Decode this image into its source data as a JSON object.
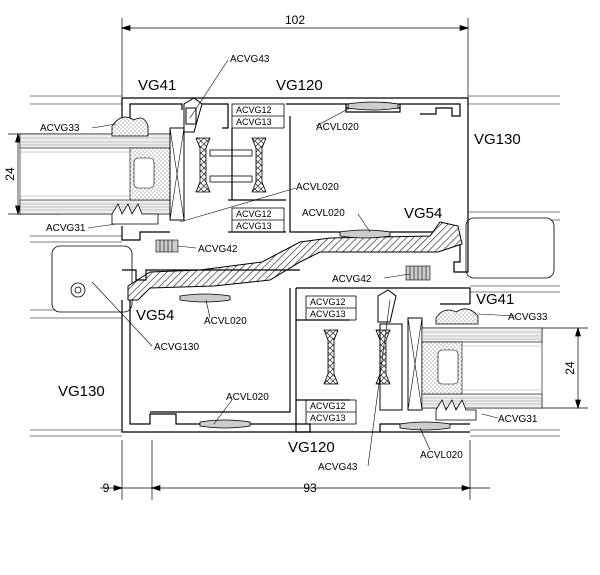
{
  "dimensions": {
    "top_width": "102",
    "left_height": "24",
    "right_height": "24",
    "bottom_left": "9",
    "bottom_right": "93"
  },
  "profiles": {
    "vg41_top": "VG41",
    "vg120_top": "VG120",
    "vg130_right": "VG130",
    "vg54_right": "VG54",
    "vg41_bottom": "VG41",
    "vg54_left": "VG54",
    "vg130_left": "VG130",
    "vg120_bottom": "VG120"
  },
  "components": {
    "acvg43_top": "ACVG43",
    "acvg33_left": "ACVG33",
    "acvl020_top": "ACVL020",
    "acvl020_mid": "ACVL020",
    "acvl020_upper_right": "ACVL020",
    "acvg12_a": "ACVG12",
    "acvg13_a": "ACVG13",
    "acvg12_b": "ACVG12",
    "acvg13_b": "ACVG13",
    "acvg31_left": "ACVG31",
    "acvg42_a": "ACVG42",
    "acvg42_b": "ACVG42",
    "acvl020_left": "ACVL020",
    "acvg12_c": "ACVG12",
    "acvg13_c": "ACVG13",
    "acvg33_right": "ACVG33",
    "acvg130": "ACVG130",
    "acvl020_bottom": "ACVL020",
    "acvg12_d": "ACVG12",
    "acvg13_d": "ACVG13",
    "acvg31_right": "ACVG31",
    "acvg43_bottom": "ACVG43",
    "acvl020_bottom_right": "ACVL020"
  },
  "colors": {
    "line": "#000000",
    "glass": "#f3f3f3",
    "hatch": "#555555"
  }
}
